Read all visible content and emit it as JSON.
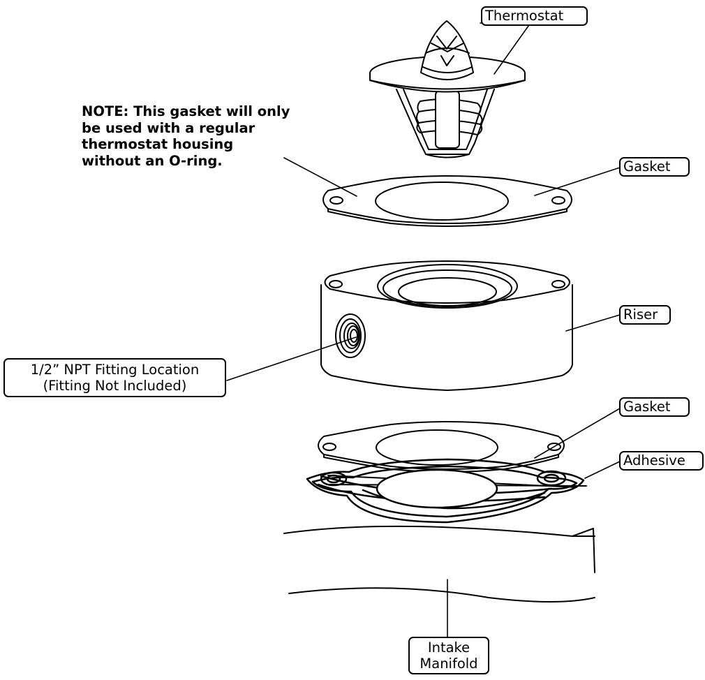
{
  "labels": {
    "thermostat": "Thermostat",
    "gasket_top": "Gasket",
    "riser": "Riser",
    "fitting_line1": "1/2” NPT Fitting Location",
    "fitting_line2": "(Fitting Not Included)",
    "gasket_bottom": "Gasket",
    "adhesive": "Adhesive",
    "intake_line1": "Intake",
    "intake_line2": "Manifold"
  },
  "note": {
    "line1": "NOTE: This gasket will only",
    "line2": "be used with a regular",
    "line3": "thermostat housing",
    "line4": "without an O-ring."
  },
  "colors": {
    "stroke": "#000000",
    "background": "#ffffff"
  }
}
